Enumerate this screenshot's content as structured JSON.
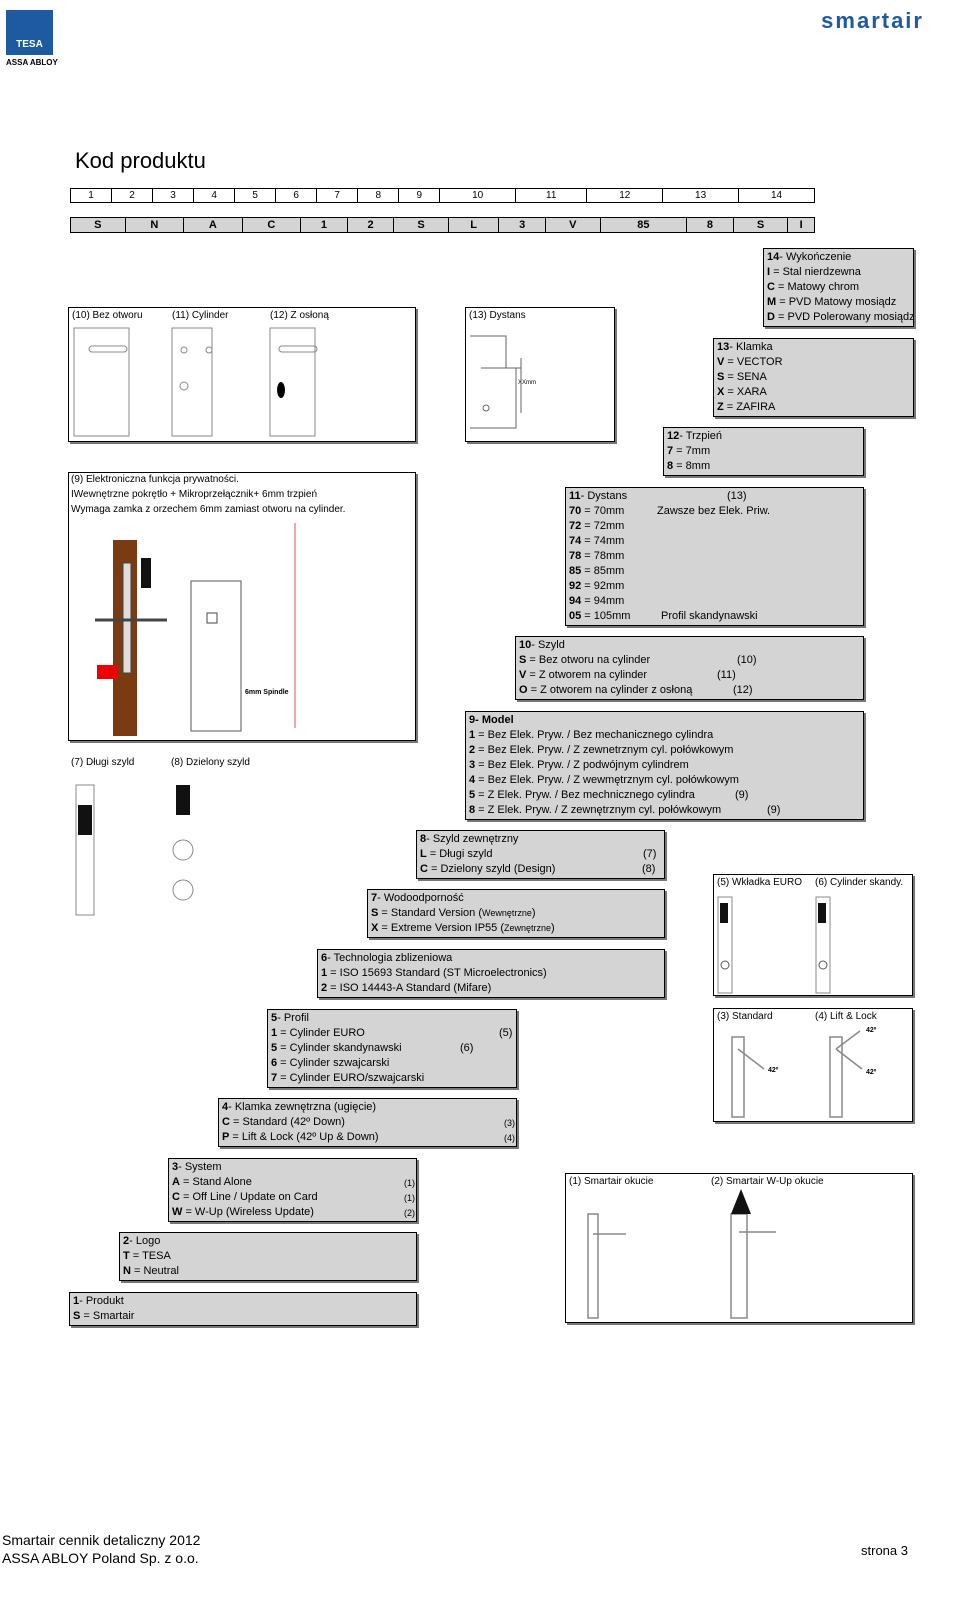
{
  "header": {
    "tesa_logo": "TESA",
    "assa_logo": "ASSA ABLOY",
    "smartair_logo": "smartair"
  },
  "title": "Kod produktu",
  "positions": [
    "1",
    "2",
    "3",
    "4",
    "5",
    "6",
    "7",
    "8",
    "9",
    "10",
    "11",
    "12",
    "13",
    "14"
  ],
  "values": [
    "S",
    "N",
    "A",
    "C",
    "1",
    "2",
    "S",
    "L",
    "3",
    "V",
    "85",
    "8",
    "S",
    "I"
  ],
  "b14": {
    "title": "14- Wykończenie",
    "l1": "I = Stal nierdzewna",
    "l2": "C = Matowy chrom",
    "l3": "M = PVD Matowy mosiądz",
    "l4": "D = PVD Polerowany mosiądz"
  },
  "b13": {
    "title": "13- Klamka",
    "l1": "V = VECTOR",
    "l2": "S = SENA",
    "l3": "X = XARA",
    "l4": "Z = ZAFIRA"
  },
  "b12": {
    "title": "12- Trzpień",
    "l1": "7 = 7mm",
    "l2": "8 = 8mm"
  },
  "b11": {
    "title": "11- Dystans",
    "note13": "(13)",
    "l1": "70 = 70mm",
    "note1": "Zawsze bez Elek. Priw.",
    "l2": "72 = 72mm",
    "l3": "74 = 74mm",
    "l4": "78 = 78mm",
    "l5": "85 = 85mm",
    "l6": "92 = 92mm",
    "l7": "94 = 94mm",
    "l8": "05 = 105mm",
    "note2": "Profil skandynawski"
  },
  "b10": {
    "title": "10- Szyld",
    "l1": "S = Bez otworu na cylinder",
    "r1": "(10)",
    "l2": "V = Z otworem na cylinder",
    "r2": "(11)",
    "l3": "O = Z otworem na cylinder z osłoną",
    "r3": "(12)"
  },
  "b9": {
    "title": "9- Model",
    "l1": "1 = Bez Elek. Pryw. / Bez mechanicznego cylindra",
    "l2": "2 = Bez Elek. Pryw. / Z zewnetrznym cyl. połówkowym",
    "l3": "3 = Bez Elek. Pryw. / Z podwójnym cylindrem",
    "l4": "4 = Bez Elek. Pryw. / Z wewmętrznym cyl. połówkowym",
    "l5": "5 = Z Elek. Pryw. / Bez mechnicznego cylindra",
    "r5": "(9)",
    "l6": "8 = Z Elek. Pryw. / Z zewnętrznym cyl. połówkowym",
    "r6": "(9)"
  },
  "b8": {
    "title": "8- Szyld zewnętrzny",
    "l1": "L = Długi szyld",
    "r1": "(7)",
    "l2": "C = Dzielony szyld (Design)",
    "r2": "(8)"
  },
  "b7": {
    "title": "7- Wodoodporność",
    "l1": "S = Standard Version (",
    "l1s": "Wewnętrzne",
    "l1e": ")",
    "l2": "X = Extreme Version IP55 (",
    "l2s": "Zewnętrzne",
    "l2e": ")"
  },
  "b6": {
    "title": "6- Technologia zblizeniowa",
    "l1": "1 = ISO 15693 Standard (ST Microelectronics)",
    "l2": "2 = ISO 14443-A Standard (Mifare)"
  },
  "b5": {
    "title": "5- Profil",
    "l1": "1 = Cylinder EURO",
    "r1": "(5)",
    "l2": "5 = Cylinder skandynawski",
    "r2": "(6)",
    "l3": "6 = Cylinder szwajcarski",
    "l4": "7 = Cylinder EURO/szwajcarski"
  },
  "b4": {
    "title": "4- Klamka zewnętrzna (ugięcie)",
    "l1": "C = Standard (42º Down)",
    "r1": "(3)",
    "l2": "P = Lift & Lock (42º Up & Down)",
    "r2": "(4)"
  },
  "b3": {
    "title": "3- System",
    "l1": "A = Stand Alone",
    "r1": "(1)",
    "l2": "C = Off Line / Update on Card",
    "r2": "(1)",
    "l3": "W = W-Up (Wireless Update)",
    "r3": "(2)"
  },
  "b2": {
    "title": "2- Logo",
    "l1": "T = TESA",
    "l2": "N = Neutral"
  },
  "b1": {
    "title": "1- Produkt",
    "l1": "S = Smartair"
  },
  "fig_top": {
    "a": "(10) Bez otworu",
    "b": "(11) Cylinder",
    "c": "(12) Z osłoną"
  },
  "fig13": {
    "label": "(13) Dystans",
    "xx": "XXmm"
  },
  "fig9": {
    "l1": "(9) Elektroniczna funkcja prywatności.",
    "l2": "IWewnętrzne pokrętło + Mikroprzełącznik+ 6mm trzpień",
    "l3": "Wymaga zamka z orzechem 6mm zamiast otworu na cylinder.",
    "spindle": "6mm Spindle"
  },
  "fig78": {
    "a": "(7) Długi szyld",
    "b": "(8) Dzielony szyld"
  },
  "fig56": {
    "a": "(5) Wkładka EURO",
    "b": "(6) Cylinder skandy."
  },
  "fig34": {
    "a": "(3) Standard",
    "b": "(4) Lift & Lock",
    "deg": "42º"
  },
  "fig12": {
    "a": "(1) Smartair okucie",
    "b": "(2) Smartair W-Up okucie"
  },
  "footer": {
    "l1": "Smartair cennik detaliczny 2012",
    "l2": "ASSA ABLOY Poland Sp. z o.o.",
    "page": "strona 3"
  }
}
